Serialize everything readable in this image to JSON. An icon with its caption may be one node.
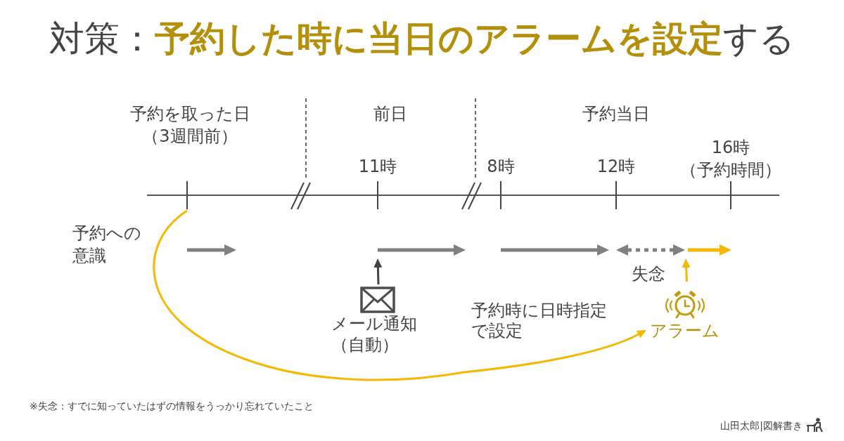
{
  "diagram": {
    "title": "対策：**予約した時に当日のアラームを設定**する",
    "nodes": [
      {
        "text": [
          "メール通知（自動）"
        ]
      },
      {
        "text": [
          "アラーム"
        ]
      }
    ],
    "edges": [
      {
        "from": null,
        "to": 1,
        "arrow": "to",
        "label": "予約時に日時指定で設定",
        "color": "#f5b800"
      },
      {
        "from": 0,
        "to": null,
        "arrow": "to",
        "color": "#444444"
      },
      {
        "from": 1,
        "to": null,
        "arrow": "to",
        "color": "#f5b800"
      }
    ],
    "labels": [
      "予約を取った日（3週間前）",
      "前日",
      "予約当日",
      "11時",
      "8時",
      "12時",
      "16時（予約時間）",
      "予約への意識",
      "失念",
      "※失念：すでに知っていたはずの情報をうっかり忘れていたこと",
      "山田太郎|図解書き"
    ]
  }
}
